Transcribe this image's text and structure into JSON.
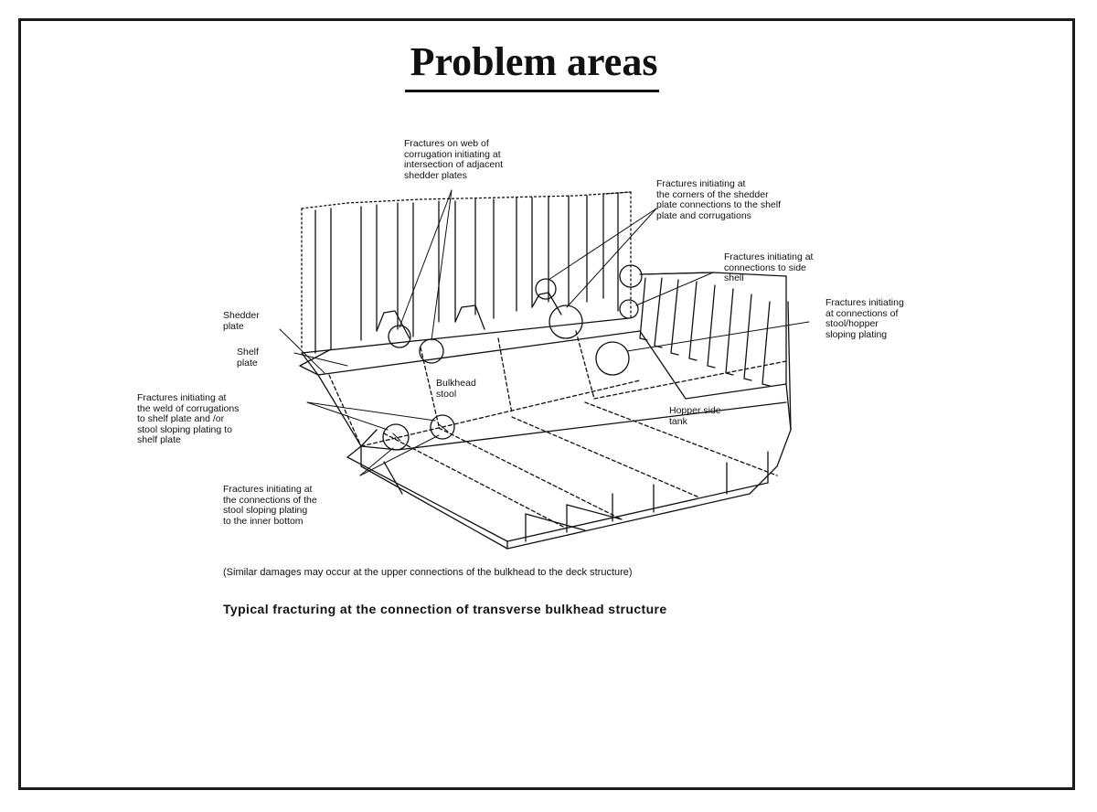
{
  "slide": {
    "title": "Problem areas",
    "labels": {
      "fractures_web": "Fractures on web of\ncorrugation initiating at\nintersection of adjacent\nshedder plates",
      "fractures_corners": "Fractures initiating at\nthe corners of the shedder\nplate connections to the shelf\nplate and corrugations",
      "fractures_side_shell": "Fractures initiating at\nconnections to side\nshell",
      "fractures_stool_hopper": "Fractures initiating\nat connections of\nstool/hopper\nsloping plating",
      "shedder_plate": "Shedder\nplate",
      "shelf_plate": "Shelf\nplate",
      "bulkhead_stool": "Bulkhead\nstool",
      "hopper_side_tank": "Hopper side\ntank",
      "fractures_weld": "Fractures initiating at\nthe weld of corrugations\nto shelf plate and /or\nstool sloping plating to\nshelf plate",
      "fractures_inner_bottom": "Fractures initiating at\nthe connections of the\nstool sloping plating\nto the inner bottom"
    },
    "note": "(Similar  damages may occur at the upper connections of the bulkhead to the deck structure)",
    "caption": "Typical fracturing at the connection of transverse bulkhead structure"
  }
}
